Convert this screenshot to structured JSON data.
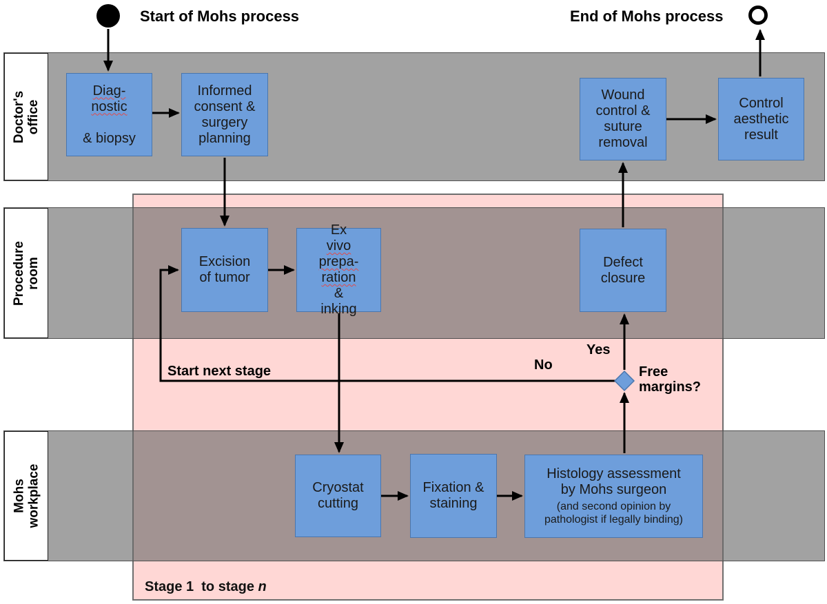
{
  "events": {
    "start": {
      "label": "Start of Mohs process"
    },
    "end": {
      "label": "End of Mohs process"
    }
  },
  "lanes": [
    {
      "label": "Doctor's office"
    },
    {
      "label": "Procedure\nroom"
    },
    {
      "label": "Mohs\nworkplace"
    }
  ],
  "nodes": {
    "diagnostic": {
      "label": "Diag-\nnostic\n& biopsy",
      "misspelled": [
        "Diag-",
        "nostic"
      ]
    },
    "informed_consent": {
      "label": "Informed\nconsent &\nsurgery\nplanning"
    },
    "wound_control": {
      "label": "Wound\ncontrol &\nsuture\nremoval"
    },
    "control_aesthetic": {
      "label": "Control\naesthetic\nresult"
    },
    "excision": {
      "label": "Excision\nof tumor"
    },
    "ex_vivo": {
      "label": "Ex vivo\nprepa-\nration &\ninking",
      "misspelled": [
        "vivo",
        "prepa-",
        "ration"
      ]
    },
    "defect_closure": {
      "label": "Defect\nclosure"
    },
    "cryostat": {
      "label": "Cryostat\ncutting"
    },
    "fixation": {
      "label": "Fixation &\nstaining"
    },
    "histology": {
      "label": "Histology assessment\nby Mohs surgeon",
      "note": "(and second opinion by\npathologist if legally binding)"
    }
  },
  "decision": {
    "question": "Free\nmargins?",
    "yes": "Yes",
    "no": "No"
  },
  "edge_labels": {
    "start_next_stage": "Start next stage"
  },
  "stage_overlay": {
    "label": "Stage 1  to stage",
    "n": "n"
  },
  "colors": {
    "node_fill": "#6e9edb",
    "node_border": "#4a76ad",
    "lane_fill": "rgba(106,106,106,0.625)",
    "lane_border": "#4f4f4f",
    "stage_fill": "#ffd7d5",
    "stage_border": "#6e6e6e",
    "connector": "#000000"
  }
}
